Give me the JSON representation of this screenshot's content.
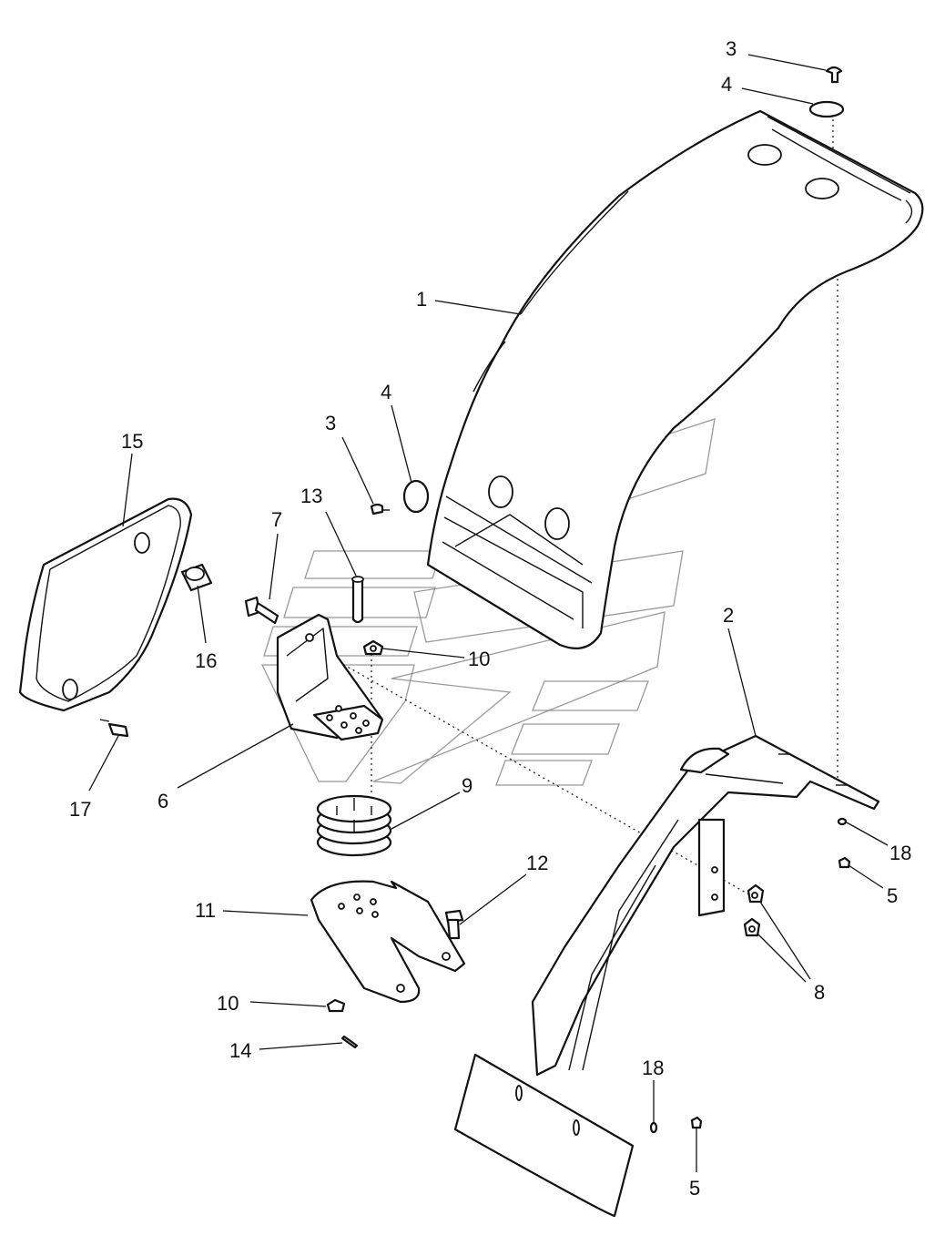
{
  "callouts": [
    {
      "id": "c1",
      "label": "1"
    },
    {
      "id": "c2",
      "label": "2"
    },
    {
      "id": "c3a",
      "label": "3"
    },
    {
      "id": "c3b",
      "label": "3"
    },
    {
      "id": "c4a",
      "label": "4"
    },
    {
      "id": "c4b",
      "label": "4"
    },
    {
      "id": "c5a",
      "label": "5"
    },
    {
      "id": "c5b",
      "label": "5"
    },
    {
      "id": "c6",
      "label": "6"
    },
    {
      "id": "c7",
      "label": "7"
    },
    {
      "id": "c8",
      "label": "8"
    },
    {
      "id": "c9",
      "label": "9"
    },
    {
      "id": "c10a",
      "label": "10"
    },
    {
      "id": "c10b",
      "label": "10"
    },
    {
      "id": "c11",
      "label": "11"
    },
    {
      "id": "c12",
      "label": "12"
    },
    {
      "id": "c13",
      "label": "13"
    },
    {
      "id": "c14",
      "label": "14"
    },
    {
      "id": "c15",
      "label": "15"
    },
    {
      "id": "c16",
      "label": "16"
    },
    {
      "id": "c17",
      "label": "17"
    },
    {
      "id": "c18a",
      "label": "18"
    },
    {
      "id": "c18b",
      "label": "18"
    }
  ]
}
